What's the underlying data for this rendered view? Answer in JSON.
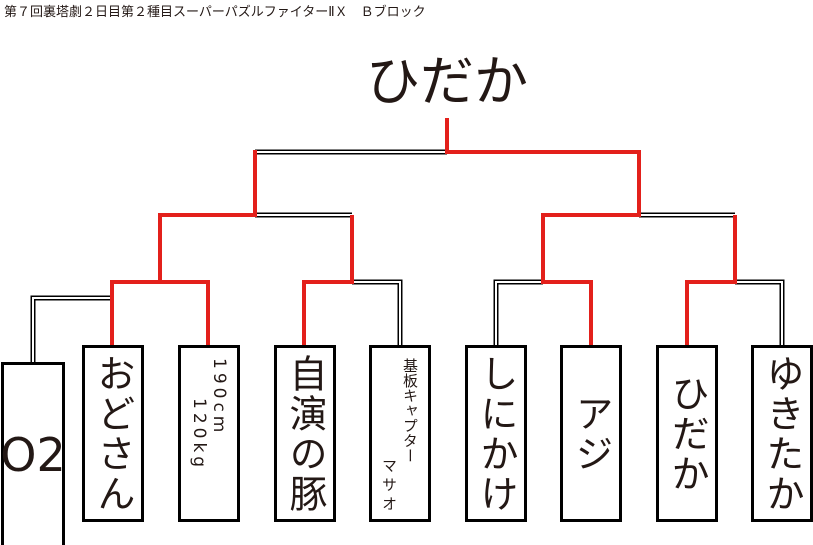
{
  "title": "第７回裏塔劇２日目第２種目スーパーパズルファイターⅡＸ　Ｂブロック",
  "champion": "ひだか",
  "entrants": [
    {
      "name": "O2"
    },
    {
      "name": "おどさん"
    },
    {
      "lines": [
        "190cm",
        "120kg"
      ]
    },
    {
      "name": "自演の豚"
    },
    {
      "lines": [
        "基板キャプター",
        "マサオ"
      ]
    },
    {
      "name": "しにかけ"
    },
    {
      "name": "アジ"
    },
    {
      "name": "ひだか"
    },
    {
      "name": "ゆきたか"
    }
  ],
  "colors": {
    "winner_line": "#e3201b",
    "loser_line": "#000000"
  }
}
